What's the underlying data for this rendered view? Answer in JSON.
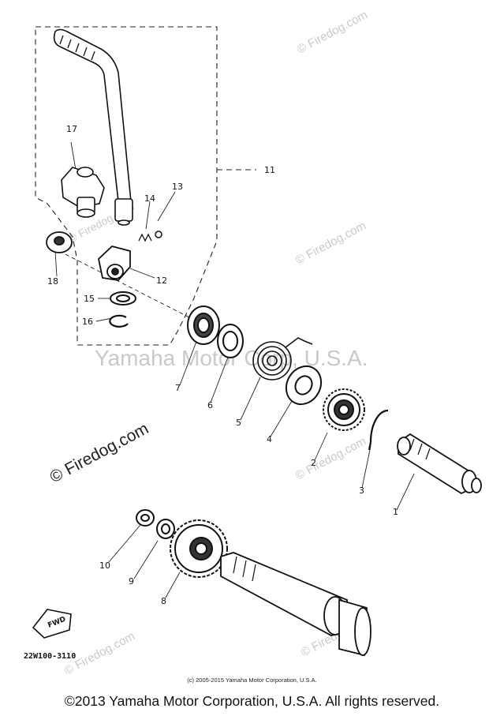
{
  "diagram": {
    "code": "22W100-3110",
    "small_copyright": "(c) 2005-2015 Yamaha Motor Corporation, U.S.A.",
    "copyright": "©2013 Yamaha Motor Corporation, U.S.A. All rights reserved.",
    "big_watermark": "Yamaha Motor Corp, U.S.A.",
    "watermark_small": "© Firedog.com",
    "watermark_large": "© Firedog.com",
    "fwd_label": "FWD"
  },
  "callouts": [
    "1",
    "2",
    "3",
    "4",
    "5",
    "6",
    "7",
    "8",
    "10",
    "9",
    "11",
    "12",
    "13",
    "14",
    "15",
    "16",
    "17",
    "18"
  ]
}
